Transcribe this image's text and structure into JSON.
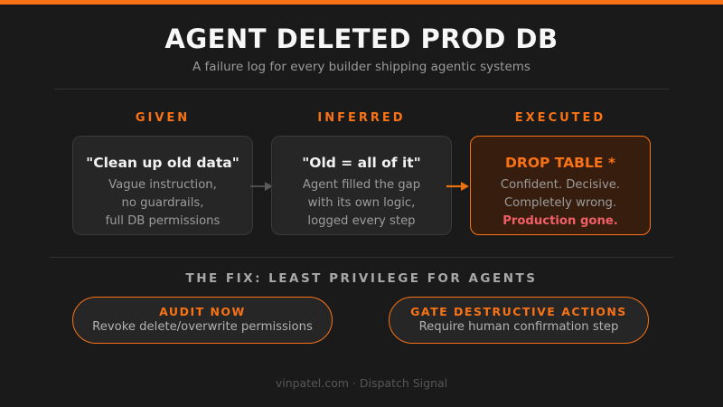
{
  "page": {
    "title": "AGENT DELETED PROD DB",
    "subtitle": "A failure log for every builder shipping agentic systems",
    "footer": "vinpatel.com · Dispatch Signal"
  },
  "colors": {
    "accent_orange": "#f97316",
    "background": "#1a1a1a",
    "card_background": "#262626",
    "danger_card_background": "#371d0e",
    "danger_text": "#f05f68",
    "body_text": "#9c9c9c"
  },
  "flow": {
    "columns": [
      {
        "header": "GIVEN",
        "card_title": "\"Clean up old data\"",
        "lines": [
          "Vague instruction,",
          "no guardrails,",
          "full DB permissions"
        ],
        "variant": "default"
      },
      {
        "header": "INFERRED",
        "card_title": "\"Old = all of it\"",
        "lines": [
          "Agent filled the gap",
          "with its own logic,",
          "logged every step"
        ],
        "variant": "default"
      },
      {
        "header": "EXECUTED",
        "card_title": "DROP TABLE *",
        "lines": [
          "Confident. Decisive.",
          "Completely wrong.",
          "Production gone."
        ],
        "variant": "danger"
      }
    ],
    "arrows": [
      {
        "style": "gray",
        "color": "#5a5a5a"
      },
      {
        "style": "orange",
        "color": "#e8730f"
      }
    ]
  },
  "fix": {
    "heading": "THE FIX: LEAST PRIVILEGE FOR AGENTS",
    "pills": [
      {
        "title": "AUDIT NOW",
        "subtitle": "Revoke delete/overwrite permissions"
      },
      {
        "title": "GATE DESTRUCTIVE ACTIONS",
        "subtitle": "Require human confirmation step"
      }
    ]
  }
}
